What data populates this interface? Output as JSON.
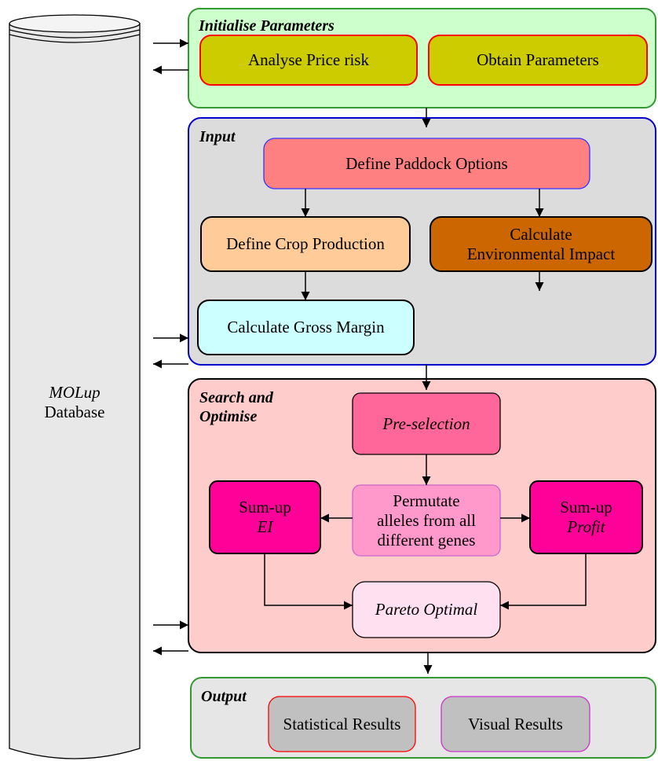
{
  "database": {
    "name": "MOLup",
    "suffix": "Database"
  },
  "sections": {
    "initialise": {
      "title": "Initialise Parameters",
      "boxes": {
        "analyse": "Analyse Price risk",
        "obtain": "Obtain Parameters"
      }
    },
    "input": {
      "title": "Input",
      "boxes": {
        "paddock": "Define Paddock Options",
        "crop": "Define Crop Production",
        "env_line1": "Calculate",
        "env_line2": "Environmental Impact",
        "gross": "Calculate Gross Margin"
      }
    },
    "search": {
      "title_line1": "Search and",
      "title_line2": "Optimise",
      "boxes": {
        "preselection": "Pre-selection",
        "permutate_line1": "Permutate",
        "permutate_line2": "alleles from all",
        "permutate_line3": "different genes",
        "sum_ei_line1": "Sum-up",
        "sum_ei_line2": "EI",
        "sum_profit_line1": "Sum-up",
        "sum_profit_line2": "Profit",
        "pareto": "Pareto Optimal"
      }
    },
    "output": {
      "title": "Output",
      "boxes": {
        "statistical": "Statistical Results",
        "visual": "Visual Results"
      }
    }
  },
  "colors": {
    "initialise_bg": "#ccffcc",
    "initialise_border": "#339933",
    "input_bg": "#dcdcdc",
    "input_border": "#0000cc",
    "search_bg": "#ffcccc",
    "search_border": "#000000",
    "output_bg": "#e6e6e6",
    "output_border": "#339933",
    "olive_box": "#cccc00",
    "red_border": "#ff0000",
    "paddock_box": "#ff8080",
    "paddock_border": "#3333ff",
    "crop_box": "#ffcc99",
    "env_box": "#cc6600",
    "gross_box": "#ccffff",
    "preselection_box": "#ff6699",
    "permutate_box": "#ff99cc",
    "permutate_border": "#cc66cc",
    "sum_box": "#ff0099",
    "pareto_box": "#ffe0f0",
    "grey_box": "#c0c0c0",
    "visual_border": "#cc33cc"
  }
}
